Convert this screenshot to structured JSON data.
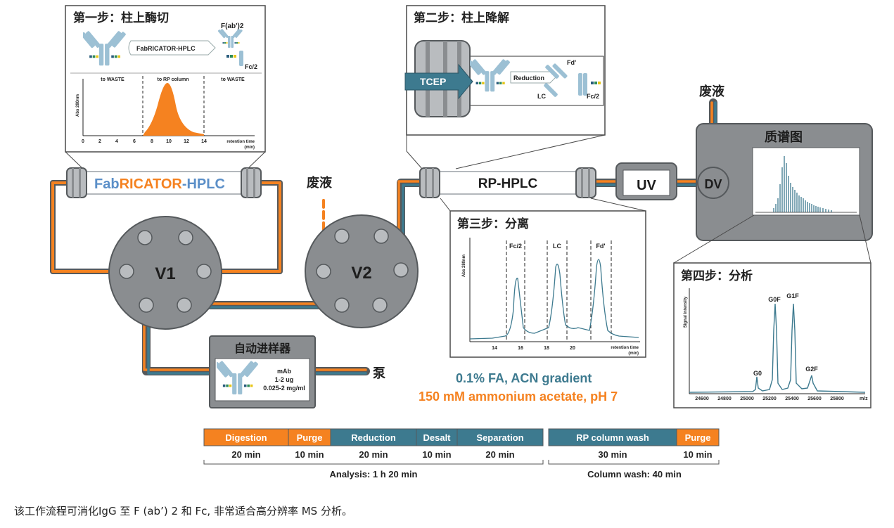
{
  "step1": {
    "title": "第一步：柱上酶切",
    "enzyme": "FabRICATOR-HPLC",
    "fab2": "F(ab')2",
    "fc2": "Fc/2",
    "y_axis": "Abs 280nm",
    "zones": [
      "to WASTE",
      "to RP column",
      "to WASTE"
    ],
    "x_ticks": [
      "0",
      "2",
      "4",
      "6",
      "8",
      "10",
      "12",
      "14"
    ],
    "x_label_1": "retention time",
    "x_label_2": "(min)"
  },
  "step2": {
    "title": "第二步：柱上降解",
    "reagent": "TCEP",
    "reaction": "Reduction",
    "fd": "Fd'",
    "lc": "LC",
    "fc2": "Fc/2"
  },
  "step3": {
    "title": "第三步：分离",
    "y_axis": "Abs 280nm",
    "peaks": [
      "Fc/2",
      "LC",
      "Fd'"
    ],
    "x_ticks": [
      "14",
      "16",
      "18",
      "20"
    ],
    "x_label_1": "retention time",
    "x_label_2": "(min)"
  },
  "step4": {
    "title": "第四步：分析",
    "y_axis": "Signal intensity",
    "peaks": [
      "G0",
      "G0F",
      "G1F",
      "G2F"
    ],
    "x_ticks": [
      "24600",
      "24800",
      "25000",
      "25200",
      "25400",
      "25600",
      "25800"
    ],
    "x_unit": "m/z"
  },
  "system": {
    "column1_brand_a": "Fab",
    "column1_brand_b": "RICATOR",
    "column1_brand_c": "-HPLC",
    "rp_column": "RP-HPLC",
    "uv": "UV",
    "dv": "DV",
    "ms": "质谱图",
    "waste1": "废液",
    "waste2": "废液",
    "v1": "V1",
    "v2": "V2",
    "pump": "泵",
    "autosampler": "自动进样器",
    "sample_1": "mAb",
    "sample_2": "1-2 ug",
    "sample_3": "0.025-2 mg/ml"
  },
  "mobile_phase": {
    "line1": "0.1% FA, ACN gradient",
    "line2": "150 mM ammonium acetate, pH 7"
  },
  "timeline": {
    "steps": [
      {
        "name": "Digestion",
        "time": "20 min"
      },
      {
        "name": "Purge",
        "time": "10 min"
      },
      {
        "name": "Reduction",
        "time": "20 min"
      },
      {
        "name": "Desalt",
        "time": "10 min"
      },
      {
        "name": "Separation",
        "time": "20 min"
      },
      {
        "name": "RP column wash",
        "time": "30 min"
      },
      {
        "name": "Purge",
        "time": "10 min"
      }
    ],
    "analysis_total": "Analysis: 1 h 20 min",
    "wash_total": "Column wash: 40 min"
  },
  "colors": {
    "orange": "#f58220",
    "teal": "#3d7a8f",
    "gray": "#8a8d90",
    "dark": "#55595c"
  },
  "caption": "该工作流程可消化IgG 至 F (ab’) 2 和 Fc, 非常适合高分辨率 MS 分析。"
}
